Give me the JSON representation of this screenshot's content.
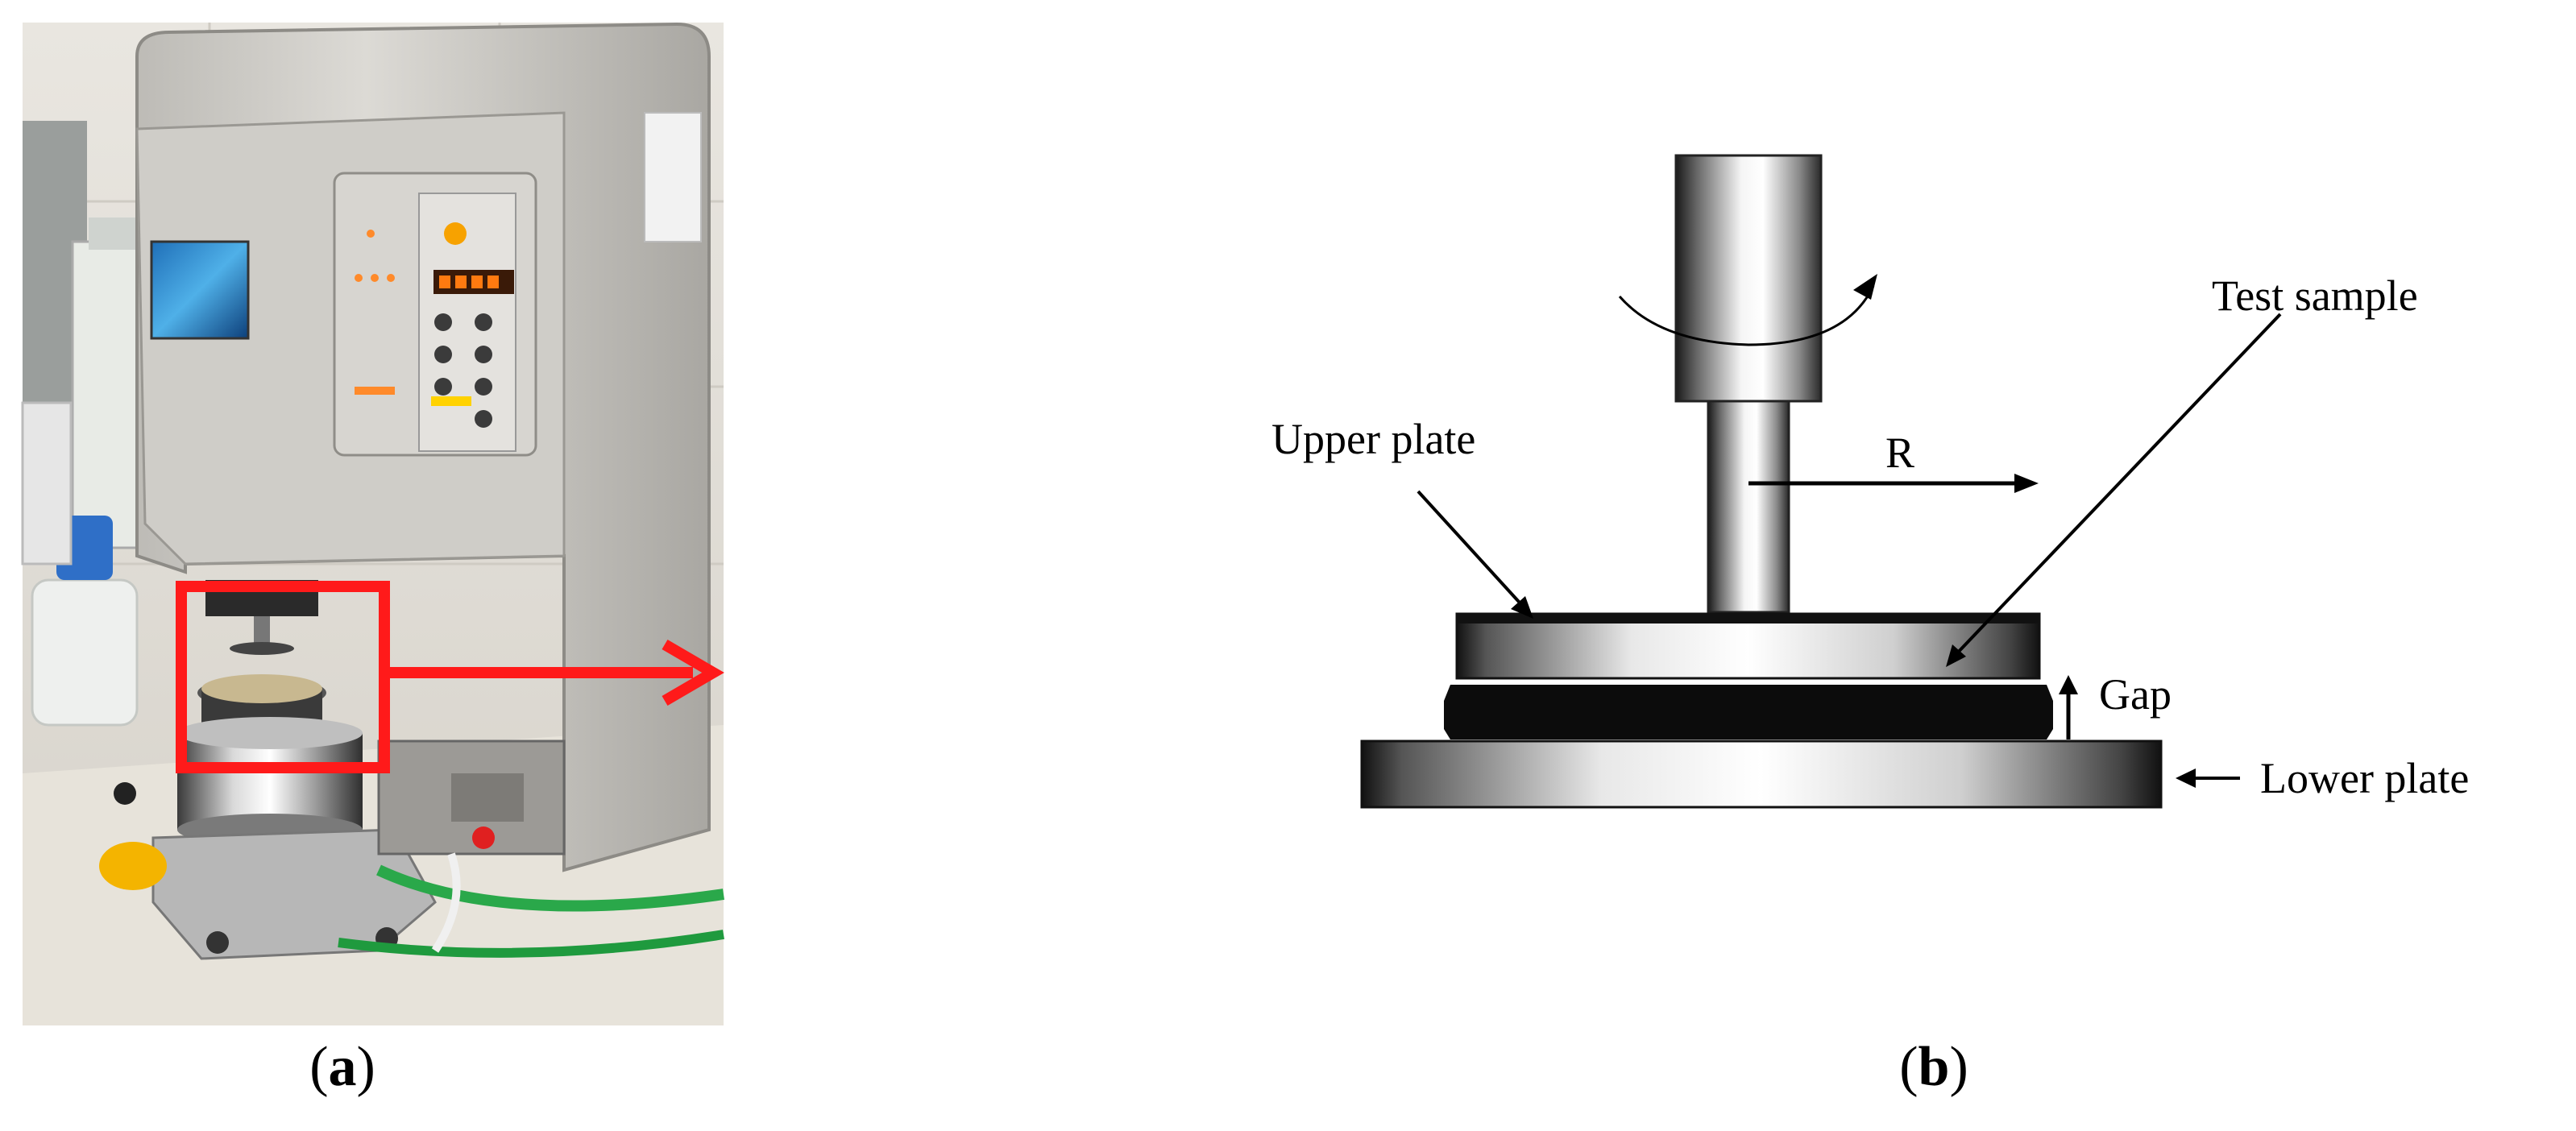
{
  "figure": {
    "panel_a": {
      "caption_open": "(",
      "caption_letter": "a",
      "caption_close": ")",
      "photo_description_icon": "rheometer-photo",
      "highlight_color": "#ff1a1a"
    },
    "panel_b": {
      "caption_open": "(",
      "caption_letter": "b",
      "caption_close": ")",
      "labels": {
        "test_sample": "Test sample",
        "upper_plate": "Upper plate",
        "radius": "R",
        "gap": "Gap",
        "lower_plate": "Lower plate"
      }
    }
  }
}
